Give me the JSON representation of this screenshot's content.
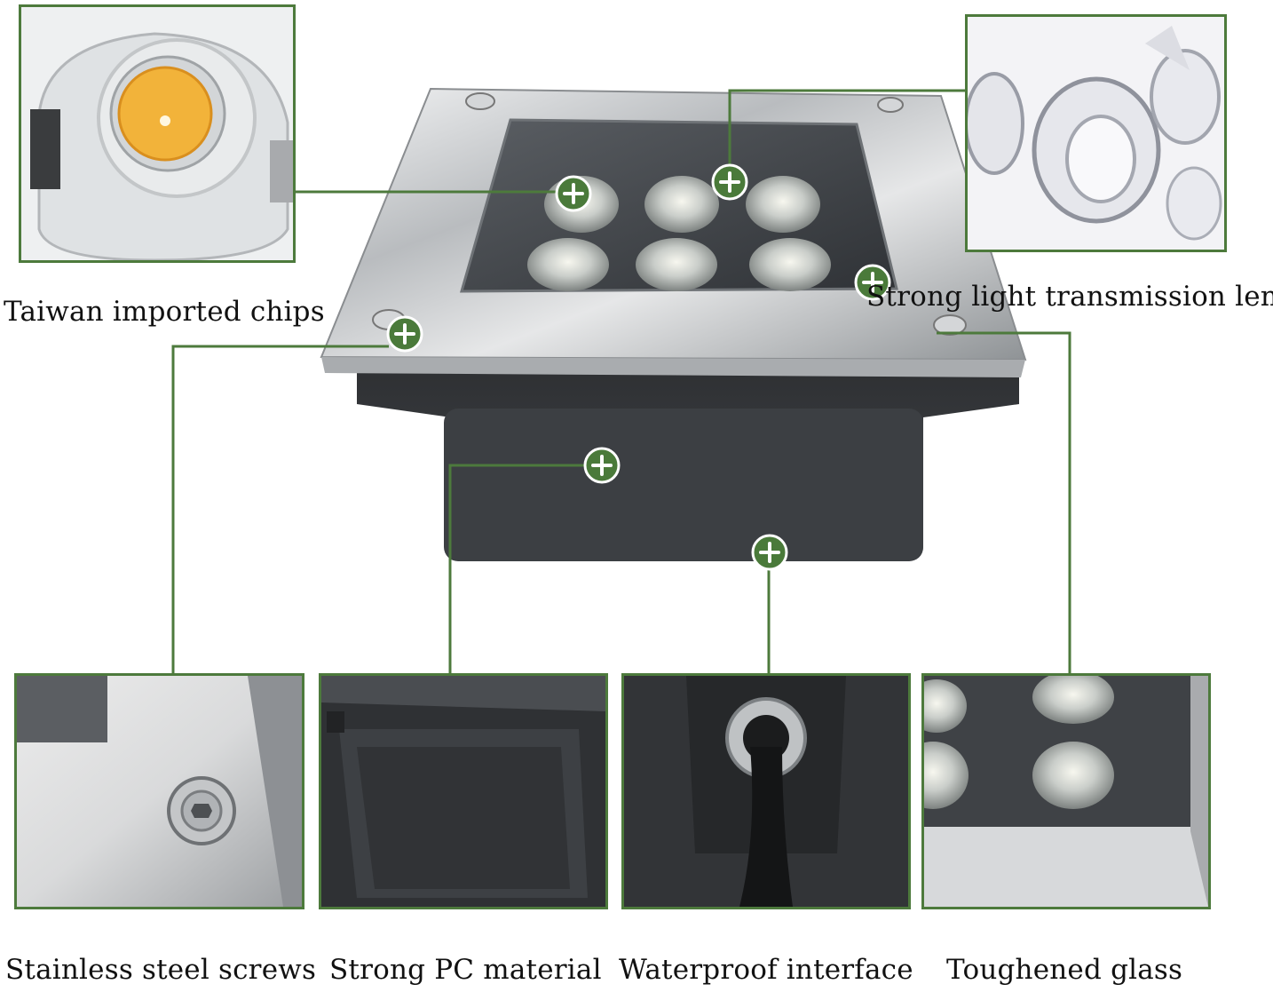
{
  "captions": {
    "chips": "Taiwan imported chips",
    "lens": "Strong light transmission lens",
    "screws": "Stainless steel screws",
    "pc_material": "Strong PC material",
    "waterproof": "Waterproof interface",
    "glass": "Toughened glass"
  },
  "colors": {
    "accent_green": "#4a7a3a",
    "frame_green": "#4d7a3c",
    "steel": "#c9cbcd",
    "housing": "#3b3d40"
  },
  "icons": {
    "marker": "plus-circle-icon"
  }
}
